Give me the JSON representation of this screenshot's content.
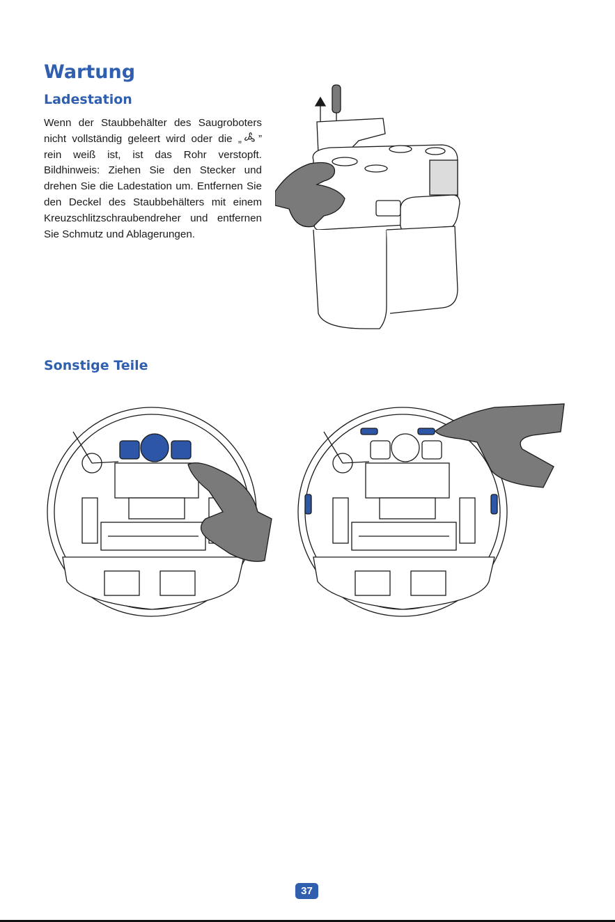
{
  "title": "Wartung",
  "section1": {
    "heading": "Ladestation",
    "text_before_icon": "Wenn der Staubbehälter des Saugroboters nicht vollständig geleert wird oder die „",
    "icon": "fan-icon",
    "text_after_icon": "” rein weiß ist, ist das Rohr verstopft. Bildhinweis: Ziehen Sie den Stecker und drehen Sie die Ladestation um. Entfernen Sie den Deckel des Staubbehälters mit einem Kreuzschlitzschraubendreher und entfernen Sie Schmutz und Ablagerungen."
  },
  "section2": {
    "heading": "Sonstige Teile"
  },
  "page_number": "37",
  "colors": {
    "heading": "#2f5fae",
    "highlight": "#2d57a6",
    "hand": "#7a7a7a",
    "line": "#1a1a1a"
  }
}
